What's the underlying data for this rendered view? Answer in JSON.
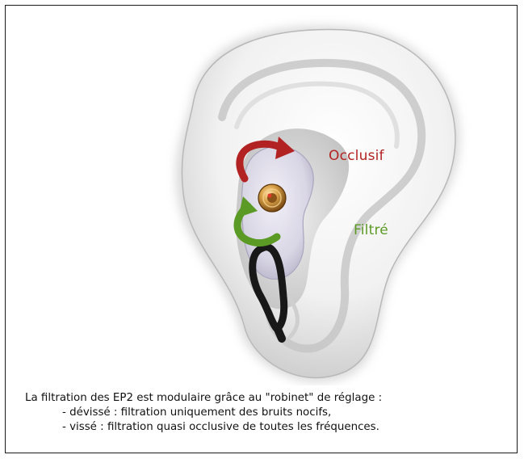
{
  "labels": {
    "occlusif": "Occlusif",
    "filtre": "Filtré"
  },
  "caption": {
    "intro": "La filtration des EP2 est modulaire grâce au \"robinet\" de réglage :",
    "items": [
      "- dévissé : filtration uniquement des bruits nocifs,",
      "- vissé : filtration quasi occlusive de toutes les fréquences."
    ]
  },
  "colors": {
    "occlusif": "#b32222",
    "filtre": "#5c9a26",
    "border": "#1a1a1a"
  },
  "icons": {
    "red_arrow": "curved-arrow-right-icon",
    "green_arrow": "curved-arrow-down-icon",
    "valve": "valve-knob-icon"
  }
}
